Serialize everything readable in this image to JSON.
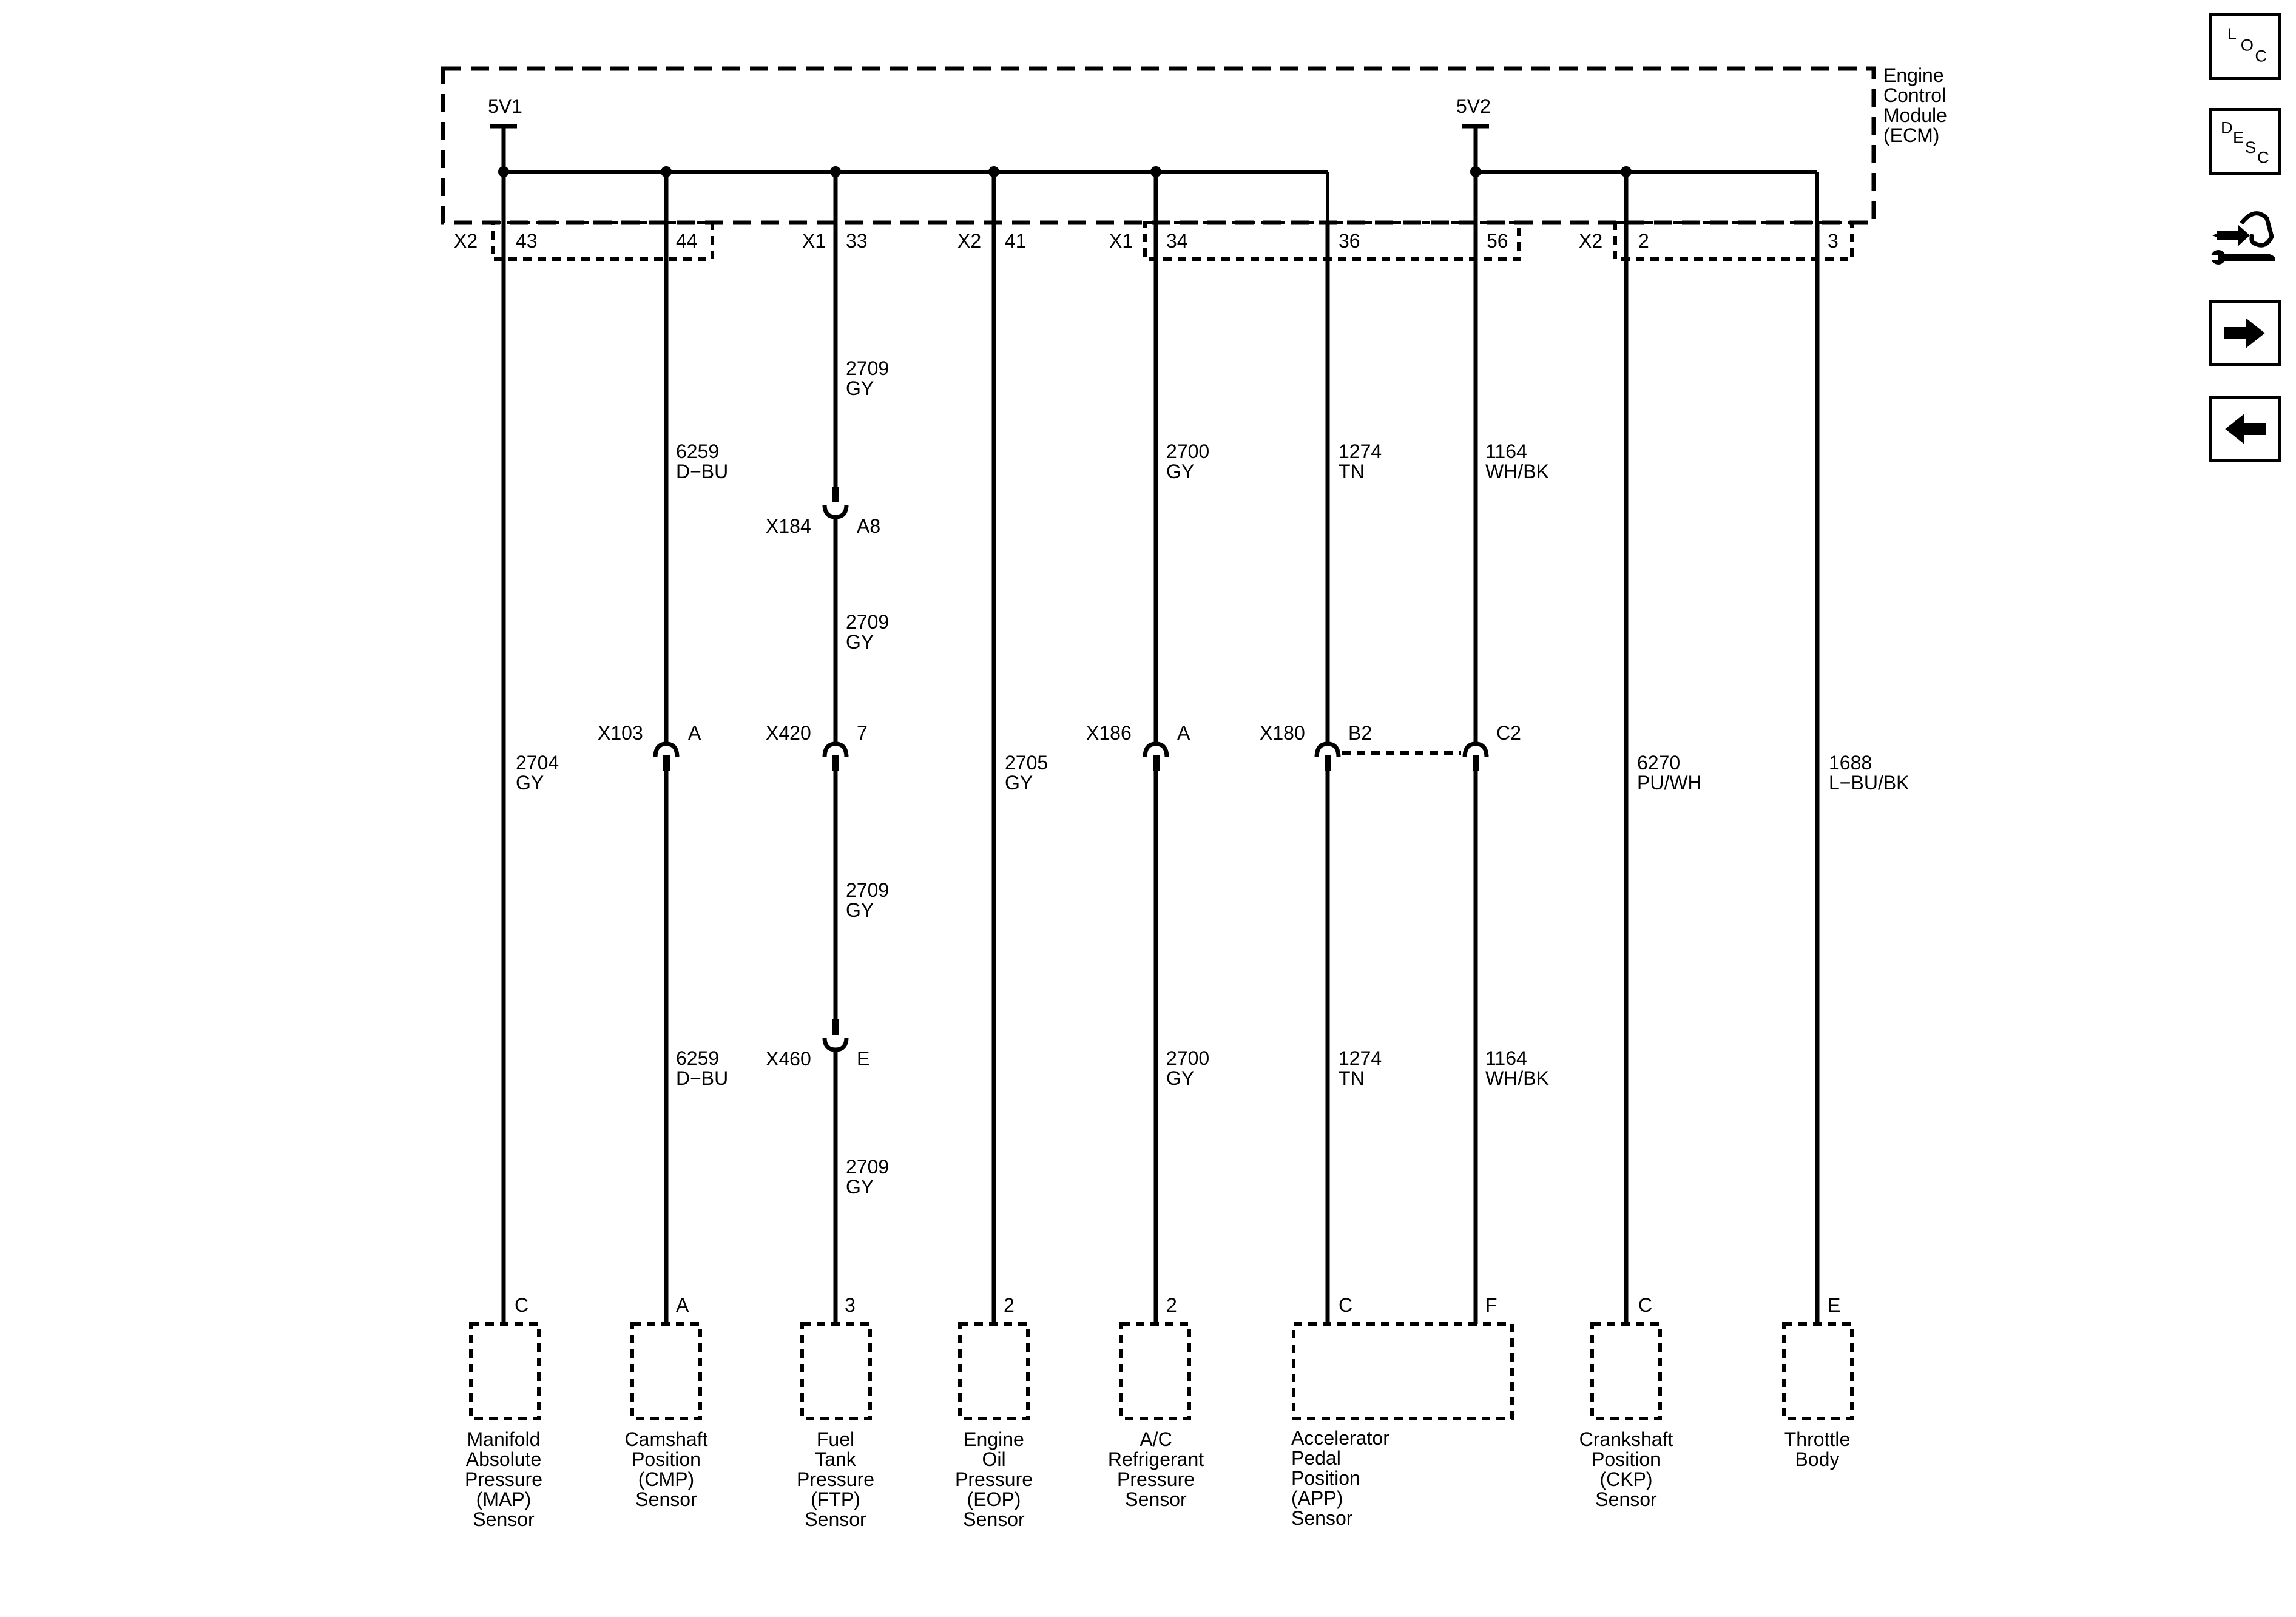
{
  "ecm": {
    "label_lines": [
      "Engine",
      "Control",
      "Module",
      "(ECM)"
    ]
  },
  "supplies": {
    "v1": "5V1",
    "v2": "5V2"
  },
  "connector_labels": [
    {
      "id": "X2",
      "pins": [
        "43",
        "44"
      ]
    },
    {
      "id": "X1",
      "pins": [
        "33"
      ]
    },
    {
      "id": "X2",
      "pins": [
        "41"
      ]
    },
    {
      "id": "X1",
      "pins": [
        "34",
        "36",
        "56"
      ]
    },
    {
      "id": "X2",
      "pins": [
        "2",
        "3"
      ]
    }
  ],
  "circuits": [
    {
      "id": "map",
      "ecm_pin": "43",
      "segments": [
        {
          "num": "2704",
          "color": "GY"
        }
      ],
      "sensor_pin": "C",
      "sensor_lines": [
        "Manifold",
        "Absolute",
        "Pressure",
        "(MAP)",
        "Sensor"
      ]
    },
    {
      "id": "cmp",
      "ecm_pin": "44",
      "segments": [
        {
          "num": "6259",
          "color": "D−BU"
        },
        {
          "num": "6259",
          "color": "D−BU"
        }
      ],
      "inline": [
        {
          "conn": "X103",
          "pin": "A"
        }
      ],
      "sensor_pin": "A",
      "sensor_lines": [
        "Camshaft",
        "Position",
        "(CMP)",
        "Sensor"
      ]
    },
    {
      "id": "ftp",
      "ecm_pin": "33",
      "segments": [
        {
          "num": "2709",
          "color": "GY"
        },
        {
          "num": "2709",
          "color": "GY"
        },
        {
          "num": "2709",
          "color": "GY"
        },
        {
          "num": "2709",
          "color": "GY"
        }
      ],
      "inline": [
        {
          "conn": "X184",
          "pin": "A8"
        },
        {
          "conn": "X420",
          "pin": "7"
        },
        {
          "conn": "X460",
          "pin": "E"
        }
      ],
      "sensor_pin": "3",
      "sensor_lines": [
        "Fuel",
        "Tank",
        "Pressure",
        "(FTP)",
        "Sensor"
      ]
    },
    {
      "id": "eop",
      "ecm_pin": "41",
      "segments": [
        {
          "num": "2705",
          "color": "GY"
        }
      ],
      "sensor_pin": "2",
      "sensor_lines": [
        "Engine",
        "Oil",
        "Pressure",
        "(EOP)",
        "Sensor"
      ]
    },
    {
      "id": "ac",
      "ecm_pin": "34",
      "segments": [
        {
          "num": "2700",
          "color": "GY"
        },
        {
          "num": "2700",
          "color": "GY"
        }
      ],
      "inline": [
        {
          "conn": "X186",
          "pin": "A"
        }
      ],
      "sensor_pin": "2",
      "sensor_lines": [
        "A/C",
        "Refrigerant",
        "Pressure",
        "Sensor"
      ]
    },
    {
      "id": "app-c",
      "ecm_pin": "36",
      "segments": [
        {
          "num": "1274",
          "color": "TN"
        },
        {
          "num": "1274",
          "color": "TN"
        }
      ],
      "inline": [
        {
          "conn": "X180",
          "pin": "B2"
        }
      ],
      "sensor_pin": "C"
    },
    {
      "id": "app-f",
      "ecm_pin": "56",
      "segments": [
        {
          "num": "1164",
          "color": "WH/BK"
        },
        {
          "num": "1164",
          "color": "WH/BK"
        }
      ],
      "inline": [
        {
          "conn": "",
          "pin": "C2"
        }
      ],
      "sensor_pin": "F"
    },
    {
      "id": "ckp",
      "ecm_pin": "2",
      "segments": [
        {
          "num": "6270",
          "color": "PU/WH"
        }
      ],
      "sensor_pin": "C",
      "sensor_lines": [
        "Crankshaft",
        "Position",
        "(CKP)",
        "Sensor"
      ]
    },
    {
      "id": "tb",
      "ecm_pin": "3",
      "segments": [
        {
          "num": "1688",
          "color": "L−BU/BK"
        }
      ],
      "sensor_pin": "E",
      "sensor_lines": [
        "Throttle",
        "Body"
      ]
    }
  ],
  "app_sensor_lines": [
    "Accelerator",
    "Pedal",
    "Position",
    "(APP)",
    "Sensor"
  ],
  "side_icons": [
    {
      "name": "loc-icon",
      "text": [
        "L",
        "O",
        "C"
      ]
    },
    {
      "name": "desc-icon",
      "text": [
        "D",
        "E",
        "S",
        "C"
      ]
    },
    {
      "name": "connector-wrench-icon"
    },
    {
      "name": "arrow-right-icon"
    },
    {
      "name": "arrow-left-icon"
    }
  ]
}
